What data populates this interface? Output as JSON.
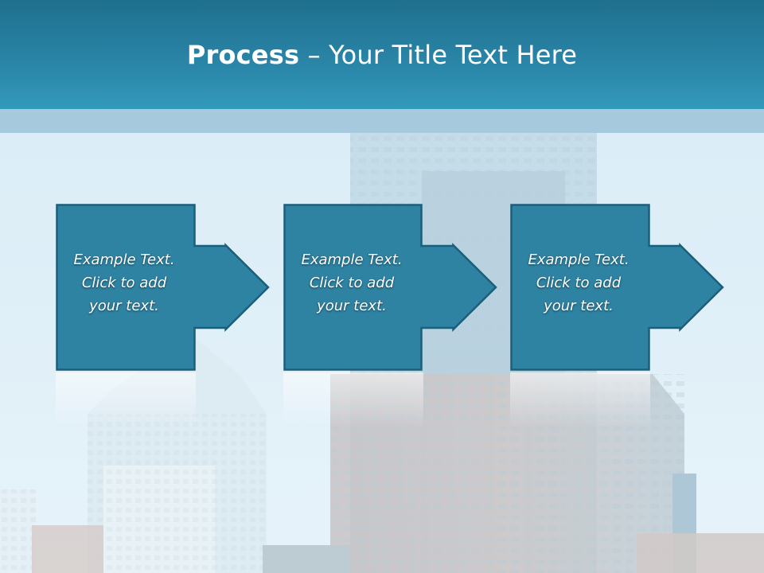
{
  "slide": {
    "title_bold": "Process",
    "title_rest": " – Your Title Text Here"
  },
  "steps": [
    {
      "text": "Example Text.\nClick  to add\nyour text."
    },
    {
      "text": "Example Text.\nClick  to add\nyour text."
    },
    {
      "text": "Example Text.\nClick  to add\nyour text."
    }
  ],
  "colors": {
    "header": "#2a86a8",
    "box_fill": "#2e82a2",
    "box_border": "#1b5f7a"
  }
}
